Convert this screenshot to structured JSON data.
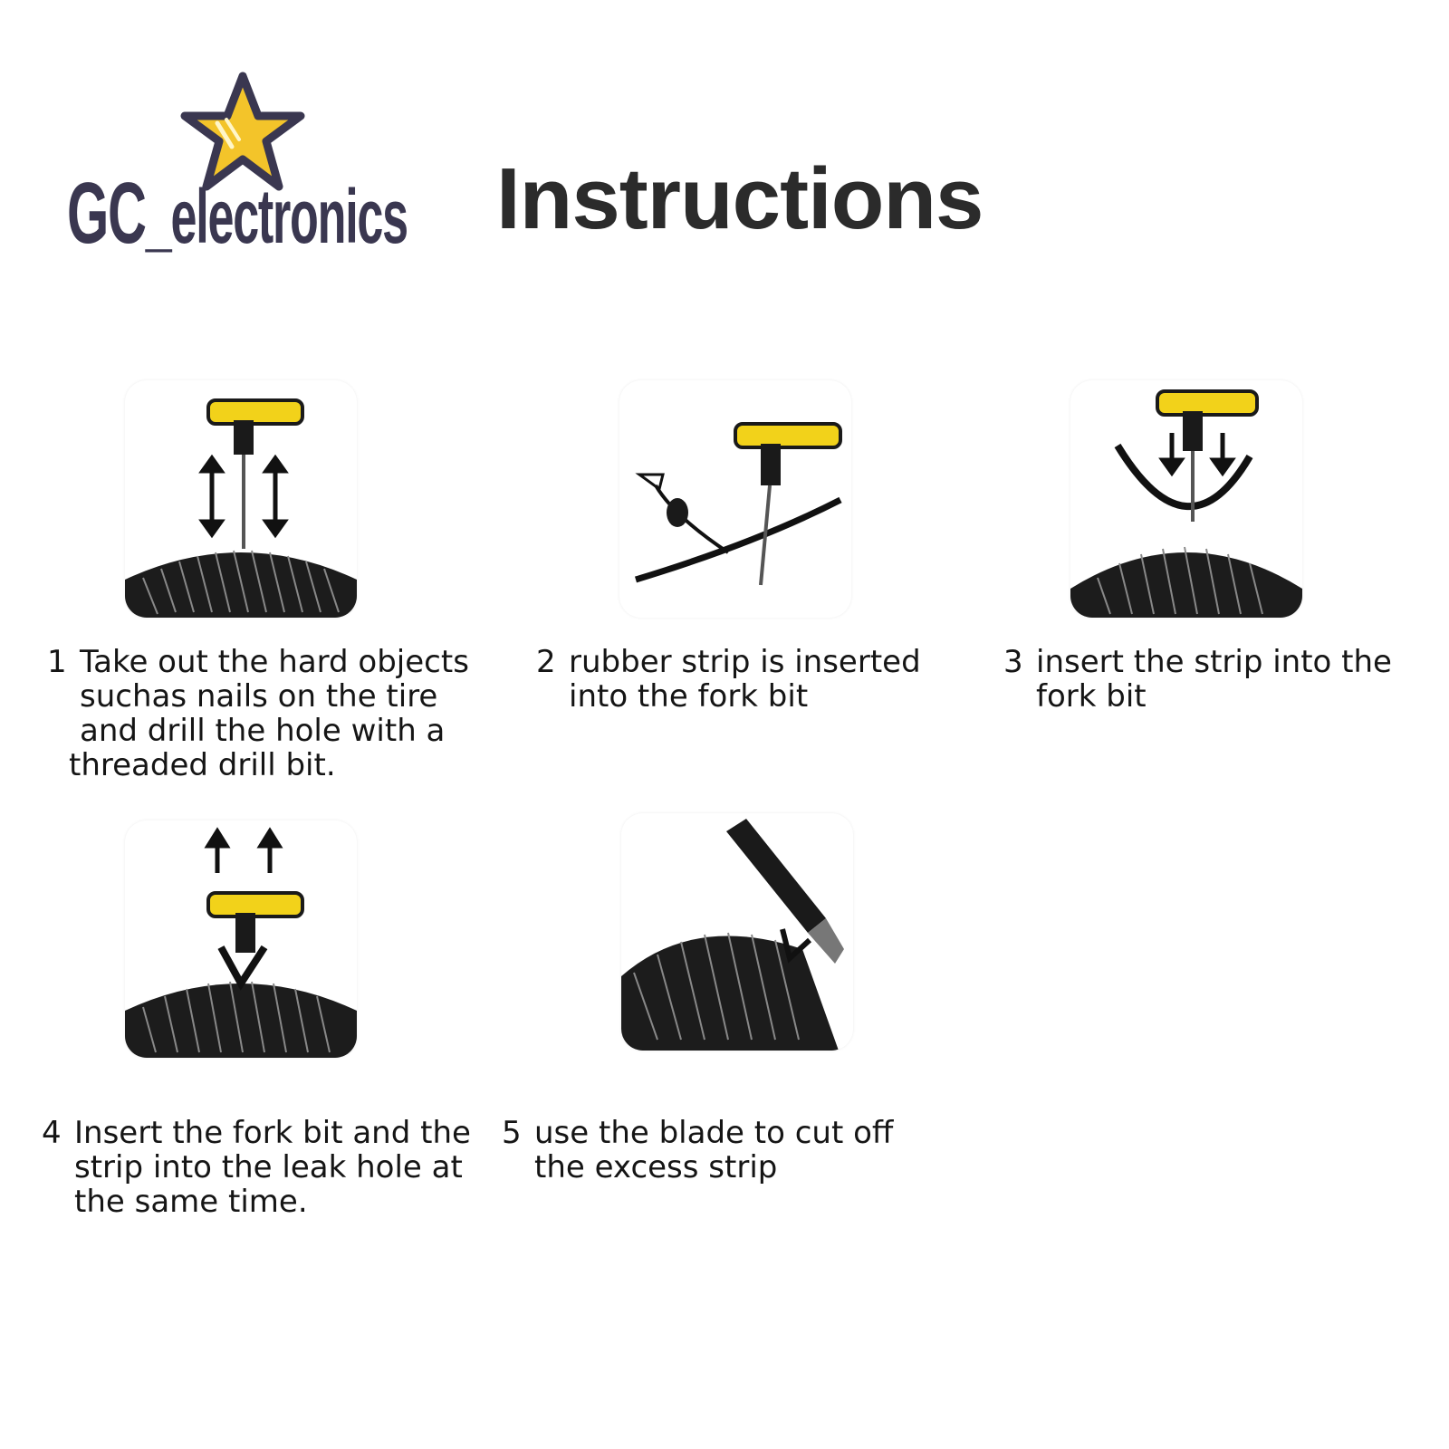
{
  "brand": {
    "logo_text_big": "GC",
    "logo_text_small": "_electronics",
    "star_color": "#f3c42a"
  },
  "header": {
    "title": "Instructions"
  },
  "steps": [
    {
      "number": "1",
      "lines": [
        "Take out the hard objects",
        "suchas nails on the tire",
        "and drill the hole with a",
        "threaded drill bit."
      ],
      "icon": "drill-tire-icon"
    },
    {
      "number": "2",
      "lines": [
        "rubber strip is inserted",
        "into the fork bit"
      ],
      "icon": "strip-fork-icon"
    },
    {
      "number": "3",
      "lines": [
        "insert the strip into the",
        "fork bit"
      ],
      "icon": "insert-strip-icon"
    },
    {
      "number": "4",
      "lines": [
        "Insert the fork bit and the",
        "strip into the leak hole at",
        "the same time."
      ],
      "icon": "pull-out-icon"
    },
    {
      "number": "5",
      "lines": [
        "use the blade to cut off",
        "the excess strip"
      ],
      "icon": "blade-cut-icon"
    }
  ],
  "colors": {
    "tool_yellow": "#f2d21a",
    "tool_black": "#1a1a1a",
    "tire_dark": "#1c1c1c"
  }
}
